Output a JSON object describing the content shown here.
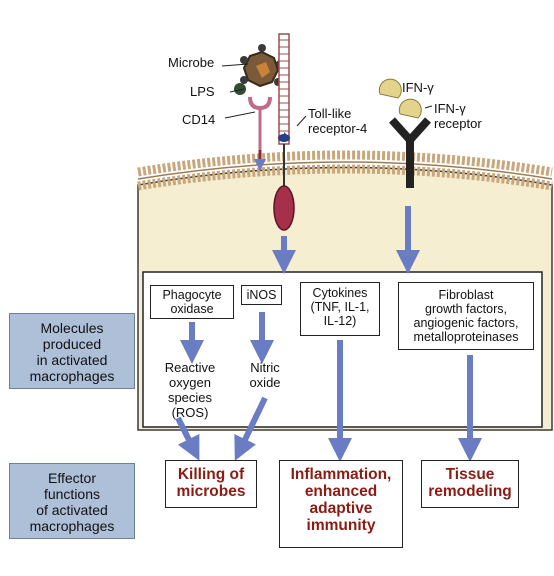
{
  "receptors": {
    "microbe": "Microbe",
    "lps": "LPS",
    "cd14": "CD14",
    "tlr4": "Toll-like\nreceptor-4",
    "ifn": "IFN-γ",
    "ifn_receptor": "IFN-γ\nreceptor"
  },
  "molecules": {
    "phagocyte_oxidase": "Phagocyte\noxidase",
    "inos": "iNOS",
    "cytokines": "Cytokines\n(TNF, IL-1,\nIL-12)",
    "fibroblast": "Fibroblast\ngrowth factors,\nangiogenic factors,\nmetalloproteinases",
    "ros": "Reactive\noxygen\nspecies\n(ROS)",
    "nitric_oxide": "Nitric\noxide"
  },
  "side_labels": {
    "molecules": "Molecules\nproduced\nin activated\nmacrophages",
    "effectors": "Effector\nfunctions\nof activated\nmacrophages"
  },
  "effectors": {
    "killing": "Killing of\nmicrobes",
    "inflammation": "Inflammation,\nenhanced\nadaptive\nimmunity",
    "tissue": "Tissue\nremodeling"
  },
  "colors": {
    "cell_fill": "#f6eed0",
    "membrane_head": "#c9a77c",
    "arrow": "#6a7cc4",
    "effector_text": "#8b1c14",
    "side_box": "#aebfd8"
  }
}
